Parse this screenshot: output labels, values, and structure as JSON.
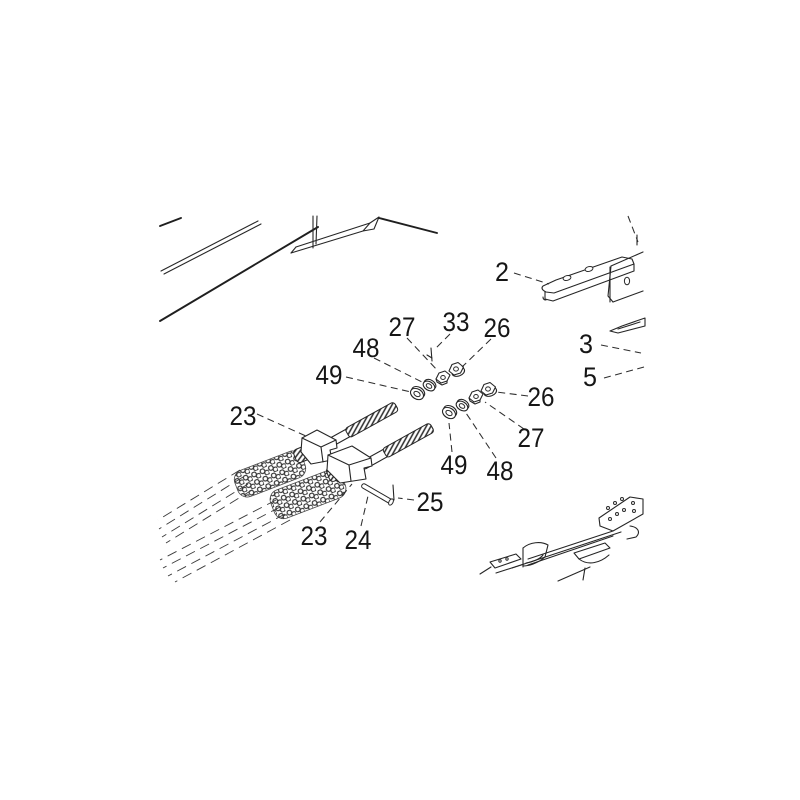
{
  "diagram": {
    "background_color": "#ffffff",
    "line_color": "#262626",
    "callouts": {
      "c2": {
        "label": "2"
      },
      "c3": {
        "label": "3"
      },
      "c5": {
        "label": "5"
      },
      "c23_upper": {
        "label": "23"
      },
      "c23_lower": {
        "label": "23"
      },
      "c24": {
        "label": "24"
      },
      "c25": {
        "label": "25"
      },
      "c26_top": {
        "label": "26"
      },
      "c26_right": {
        "label": "26"
      },
      "c27_top": {
        "label": "27"
      },
      "c27_right": {
        "label": "27"
      },
      "c33": {
        "label": "33"
      },
      "c48_top": {
        "label": "48"
      },
      "c48_bottom": {
        "label": "48"
      },
      "c49_top": {
        "label": "49"
      },
      "c49_bottom": {
        "label": "49"
      }
    }
  }
}
